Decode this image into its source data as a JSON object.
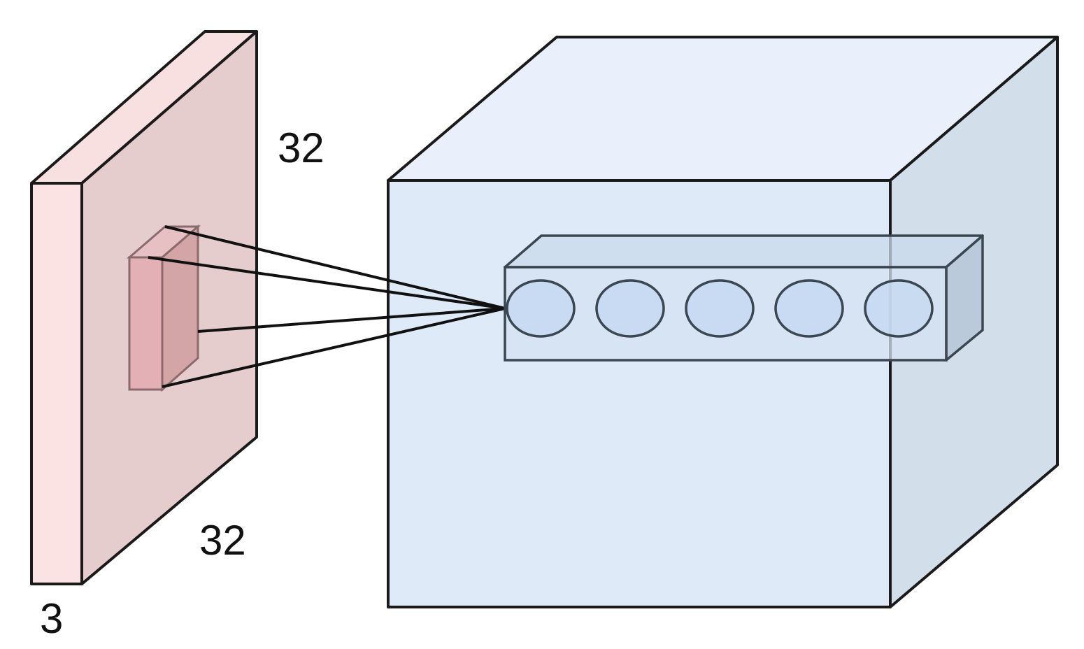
{
  "labels": {
    "input_height": "32",
    "input_width": "32",
    "input_depth": "3"
  },
  "input_volume": {
    "front_color": "#fbe3e4",
    "face_color": "#e6cdcd",
    "top_color": "#f8e0e0"
  },
  "receptive_field": {
    "front_color": "#e3b1b5",
    "side_color": "#d4a5a7",
    "top_color": "#e6c0c2"
  },
  "output_volume": {
    "front_color": "#deeaf8",
    "top_color": "#eaf0fb",
    "side_color": "#d2dfea"
  },
  "depth_column": {
    "front_color": "#d3e1f3",
    "neuron_color": "#c6d9f1",
    "neuron_count": 5
  }
}
